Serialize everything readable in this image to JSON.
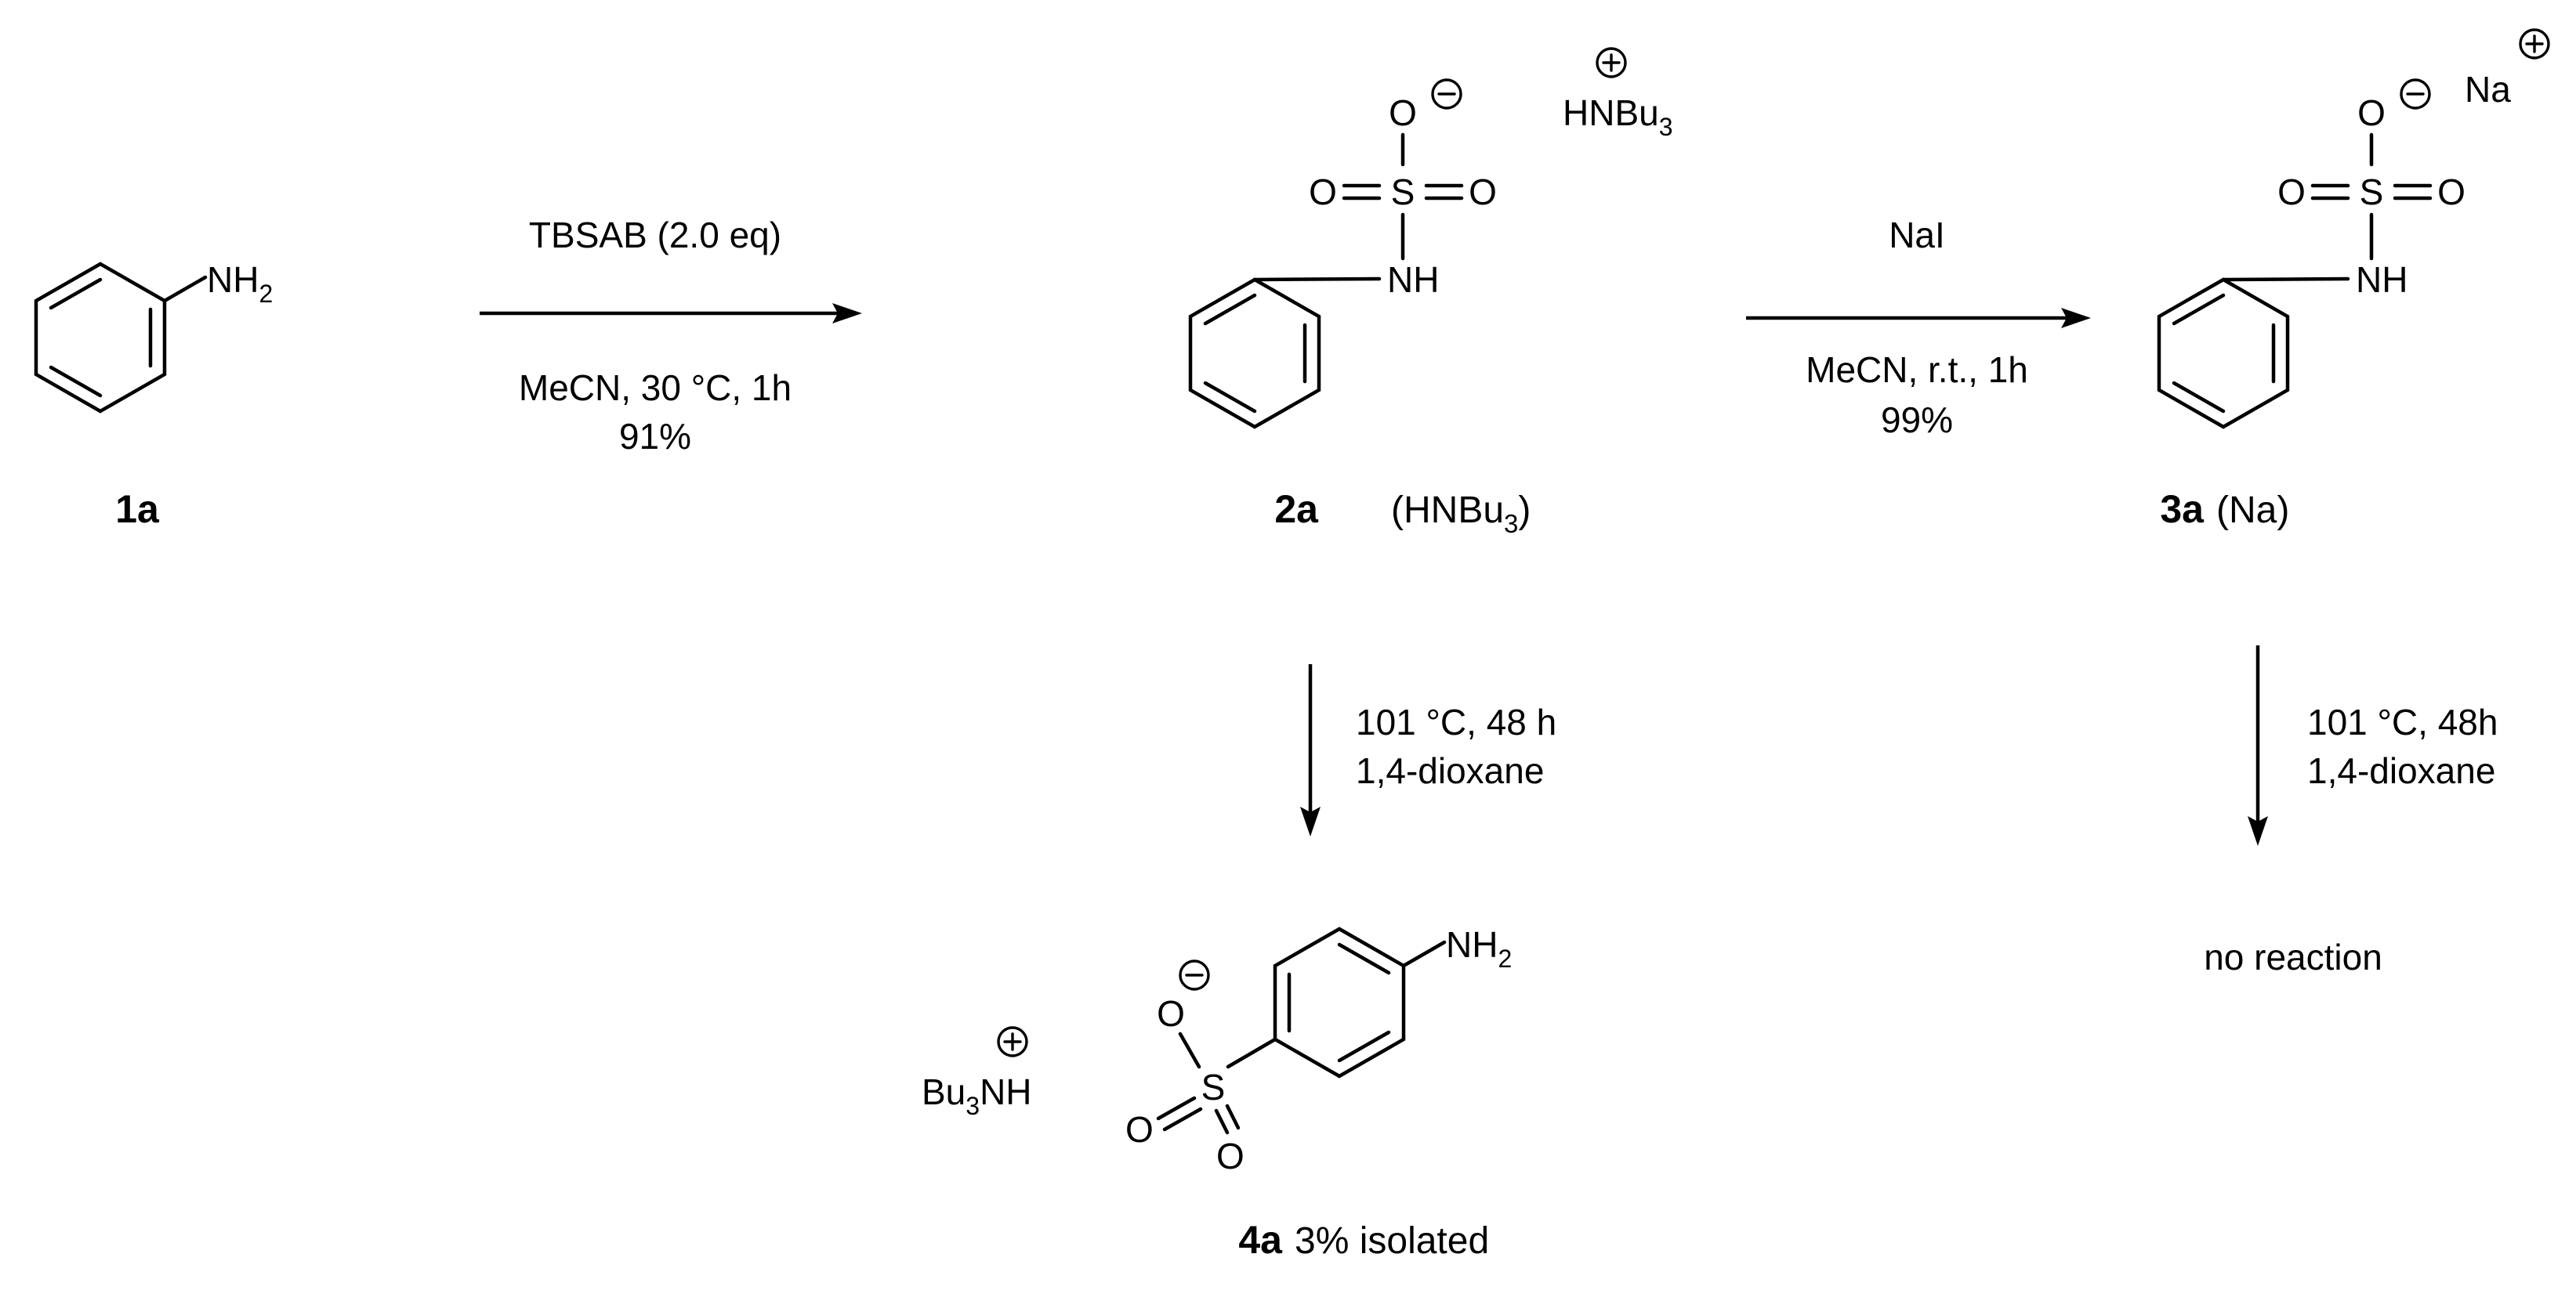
{
  "compounds": {
    "c1a": {
      "id": "1a",
      "nh2": {
        "main": "NH",
        "sub": "2"
      }
    },
    "c2a": {
      "id": "2a",
      "counter_label": "(HNBu",
      "counter_sub": "3",
      "counter_close": ")",
      "o_minus": "O",
      "s": "S",
      "o_left": "O",
      "o_right": "O",
      "nh": "NH",
      "cation": {
        "main": "HNBu",
        "sub": "3"
      }
    },
    "c3a": {
      "id": "3a",
      "counter_label": "(Na)",
      "o_minus": "O",
      "s": "S",
      "o_left": "O",
      "o_right": "O",
      "nh": "NH",
      "cation": "Na"
    },
    "c4a": {
      "id": "4a",
      "note": "3% isolated",
      "nh2": {
        "main": "NH",
        "sub": "2"
      },
      "o_minus": "O",
      "s": "S",
      "o_a": "O",
      "o_b": "O",
      "cation": {
        "pre": "Bu",
        "sub": "3",
        "post": "NH"
      }
    }
  },
  "reactions": {
    "r1": {
      "above": "TBSAB (2.0 eq)",
      "below1": "MeCN, 30 °C, 1h",
      "below2": "91%"
    },
    "r2": {
      "above": "NaI",
      "below1": "MeCN, r.t., 1h",
      "below2": "99%"
    },
    "r3": {
      "line1": "101 °C, 48 h",
      "line2": "1,4-dioxane"
    },
    "r4": {
      "line1": "101 °C, 48h",
      "line2": "1,4-dioxane",
      "outcome": "no reaction"
    }
  },
  "symbols": {
    "plus": "+",
    "minus": "−"
  }
}
